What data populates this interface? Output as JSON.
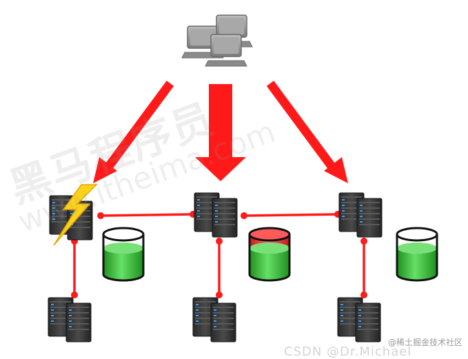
{
  "watermarks": {
    "site_cn": "黑马程序员",
    "site_en": "www.itheima.com",
    "csdn": "CSDN @Dr.Michael",
    "juejin": "@稀土掘金技术社区"
  },
  "colors": {
    "arrow": "#ff1a1a",
    "link": "#ff1a1a",
    "server_body": "#3a3a3a",
    "server_led": "#3aa0ff",
    "lightning": "#ffd21a",
    "db_green": "#33cc33",
    "db_red": "#ff3333",
    "computer": "#9a9a9a"
  },
  "icons": {
    "clients": "computer-cluster-icon",
    "server": "server-rack-icon",
    "failure": "lightning-bolt-icon",
    "database": "database-cylinder-icon"
  }
}
